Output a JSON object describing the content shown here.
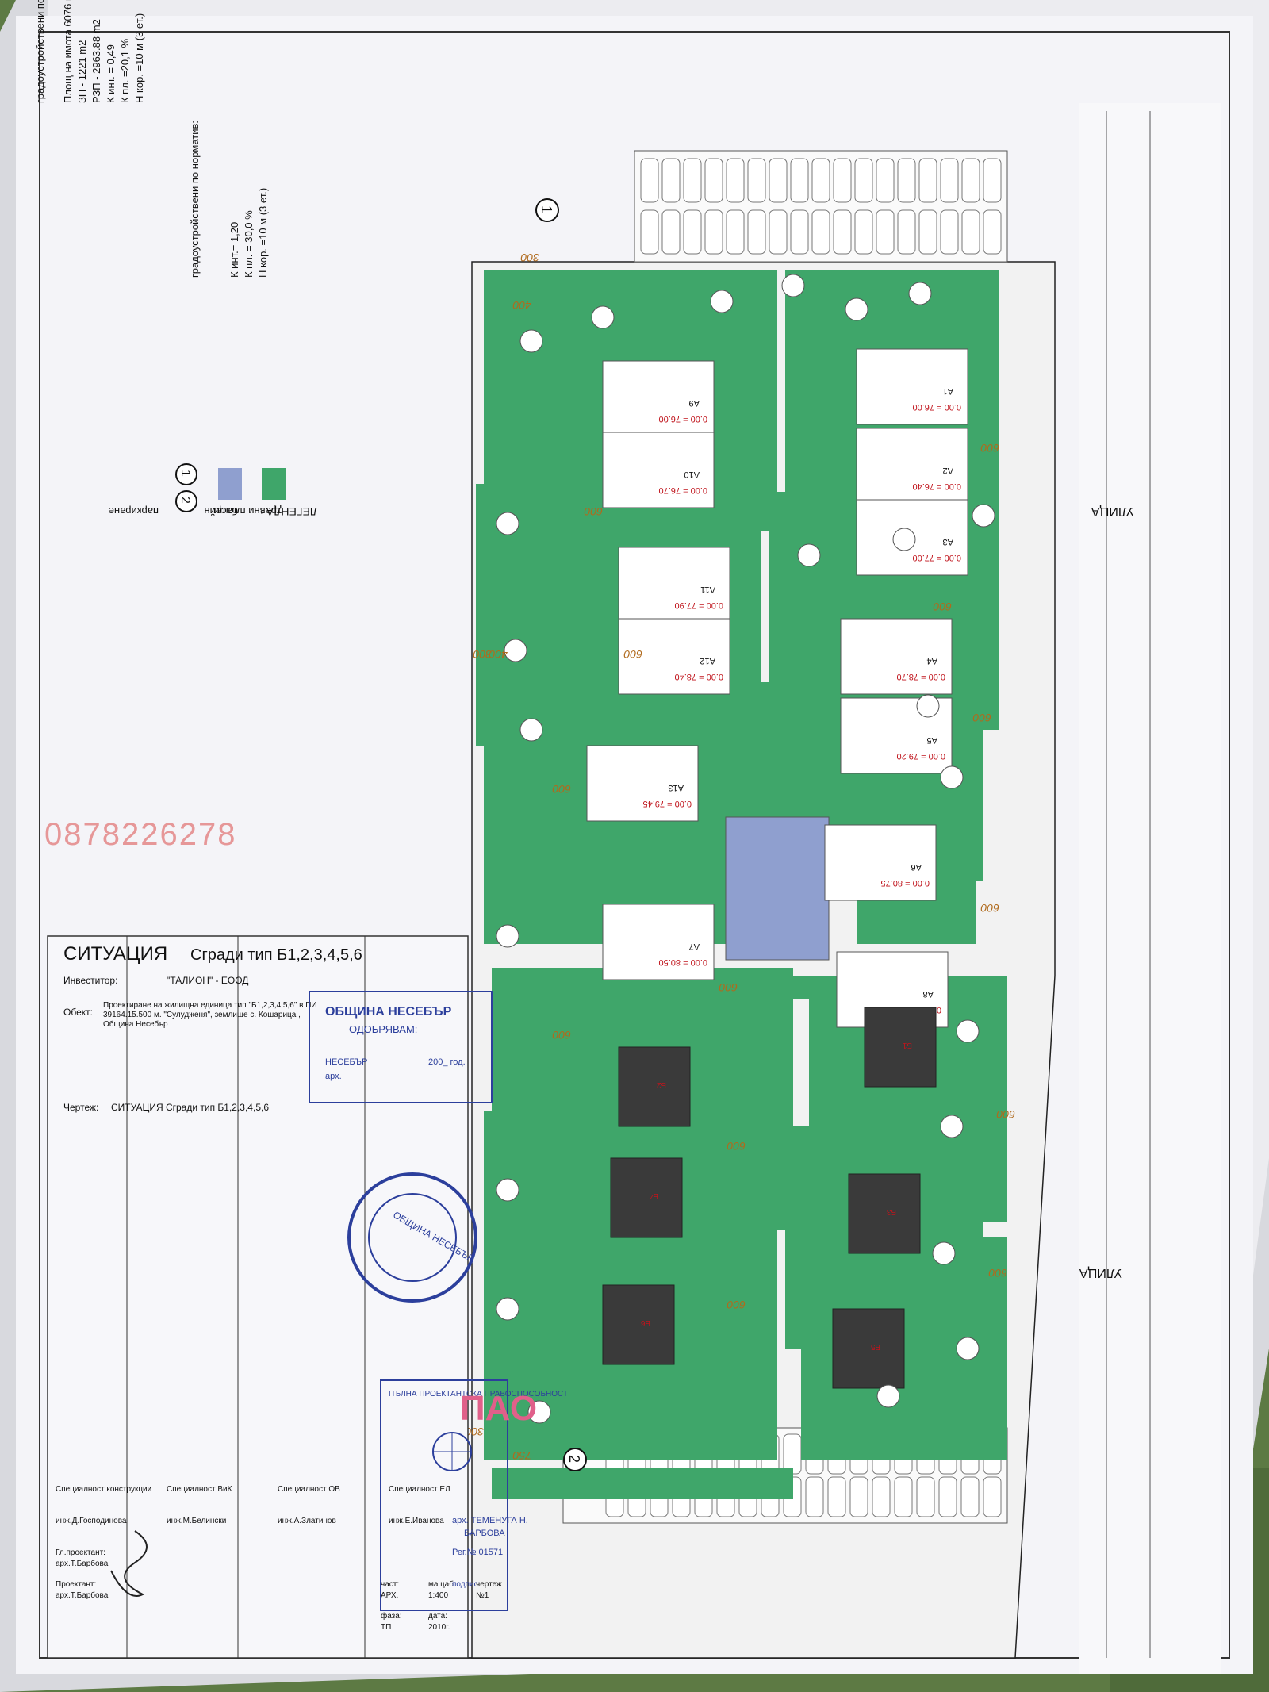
{
  "top_block": {
    "title": "градоустройствени показатели постигнати по проект:",
    "lines": [
      "Площ на имота   6076   m2",
      "ЗП  -   1221   m2",
      "РЗП -   2963.88  m2",
      "К инт. = 0,49",
      "К пл.  =20,1 %",
      "Н кор.  =10 м (3 ет.)"
    ]
  },
  "norm_block": {
    "title": "градоустройствени по норматив:",
    "lines": [
      "К инт.= 1,20",
      "К пл.  = 30,0 %",
      "Н кор.  =10 м (3 ет.)"
    ]
  },
  "legend": {
    "title": "ЛЕГЕНДА :",
    "items": [
      "тревни площи",
      "басейн",
      "паркиране"
    ],
    "parking_numbers": [
      "1",
      "2"
    ]
  },
  "streets": [
    "УЛИЦА",
    "УЛИЦА"
  ],
  "parking_markers": [
    "1",
    "2"
  ],
  "dimensions": [
    "300",
    "400",
    "600",
    "600",
    "600",
    "600",
    "600",
    "600",
    "600",
    "600",
    "600",
    "600",
    "600",
    "600",
    "600",
    "300",
    "400",
    "300",
    "750"
  ],
  "units": [
    {
      "label": "A1",
      "level": "0.00 = 76.00"
    },
    {
      "label": "A2",
      "level": "0.00 = 76.40"
    },
    {
      "label": "A3",
      "level": "0.00 = 77.00"
    },
    {
      "label": "A4",
      "level": "0.00 = 78.70"
    },
    {
      "label": "A5",
      "level": "0.00 = 79.20"
    },
    {
      "label": "A6",
      "level": "0.00 = 80.75"
    },
    {
      "label": "A7",
      "level": "0.00 = 80.50"
    },
    {
      "label": "A9",
      "level": "0.00 = 76.00"
    },
    {
      "label": "A10",
      "level": "0.00 = 76.70"
    },
    {
      "label": "A11",
      "level": "0.00 = 77.90"
    },
    {
      "label": "A12",
      "level": "0.00 = 78.40"
    },
    {
      "label": "A13",
      "level": "0.00 = 79.45"
    },
    {
      "label": "A8",
      "level": "0.00 = 81.50"
    }
  ],
  "b_units": [
    "Б1",
    "Б2",
    "Б3",
    "Б4",
    "Б5",
    "Б6"
  ],
  "watermark": "0878226278",
  "title_block": {
    "title_main": "СИТУАЦИЯ",
    "title_sub": "Сгради тип  Б1,2,3,4,5,6",
    "investor_label": "Инвеститор:",
    "investor_value": "\"ТАЛИОН\" - ЕООД",
    "object_label": "Обект:",
    "object_lines": [
      "Проектиране на жилищна единица тип \"Б1,2,3,4,5,6\" в ПИ",
      "39164.15.500 м. \"Сулудженя\", землище с. Кошарица ,",
      "Община Несебър"
    ],
    "drawing_label": "Чертеж:",
    "drawing_value": "СИТУАЦИЯ    Сгради тип  Б1,2,3,4,5,6",
    "specialists": [
      {
        "role": "Специалност конструкции",
        "name": "инж.Д.Господинова"
      },
      {
        "role": "Специалност ВиК",
        "name": "инж.М.Белински"
      },
      {
        "role": "Специалност ОВ",
        "name": "инж.А.Златинов"
      },
      {
        "role": "Специалност ЕЛ",
        "name": "инж.Е.Иванова"
      }
    ],
    "chief_designer_label": "Гл.проектант:",
    "chief_designer_name": "арх.Т.Барбова",
    "designer_label": "Проектант:",
    "designer_name": "арх.Т.Барбова",
    "part_label": "част:",
    "part_value": "АРХ.",
    "phase_label": "фаза:",
    "phase_value": "ТП",
    "scale_label": "мащаб:",
    "scale_value": "1:400",
    "date_label": "дата:",
    "date_value": "2010г.",
    "sheet_label": "чертеж",
    "sheet_value": "№1"
  },
  "approval_stamp": {
    "line1": "ОБЩИНА НЕСЕБЪР",
    "line2": "ОДОБРЯВАМ:",
    "place": "НЕСЕБЪР",
    "year_suffix": "200_ год.",
    "arch_label": "арх.",
    "round_text": "ОБЩИНА НЕСЕБЪР"
  },
  "designer_stamp": {
    "top_line": "ПЪЛНА ПРОЕКТАНТСКА ПРАВОСПОСОБНОСТ",
    "name_line1": "арх. ТЕМЕНУГА Н.",
    "name_line2": "БАРБОВА",
    "reg_line": "Рег.№ 01571",
    "bottom_line": "подпис"
  },
  "colors": {
    "lawn": "#3fa66a",
    "pool": "#8f9fcf",
    "building": "#ffffff",
    "b_building": "#3a3a3a",
    "paper": "#f2f2f6",
    "level_text": "#c0141c"
  }
}
